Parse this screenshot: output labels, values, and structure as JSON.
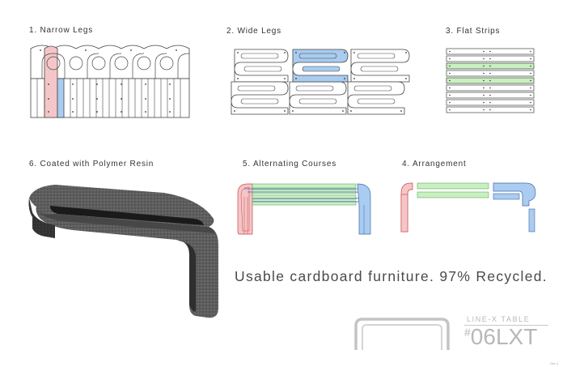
{
  "sections": {
    "narrow_legs": "1. Narrow Legs",
    "wide_legs": "2. Wide Legs",
    "flat_strips": "3. Flat Strips",
    "arrangement": "4. Arrangement",
    "alternating_courses": "5. Alternating Courses",
    "coated": "6. Coated with Polymer Resin"
  },
  "tagline": "Usable cardboard furniture.  97% Recycled.",
  "brand": {
    "product_line": "LINE-X TABLE",
    "hash": "#",
    "model_code": "06LXT"
  },
  "page_number": "Dec 4",
  "colors": {
    "pink": "#f4c6c8",
    "blue": "#a9ccf0",
    "green": "#c8f0c0",
    "outline": "#444444",
    "brand_gray": "#b8b8b8"
  }
}
